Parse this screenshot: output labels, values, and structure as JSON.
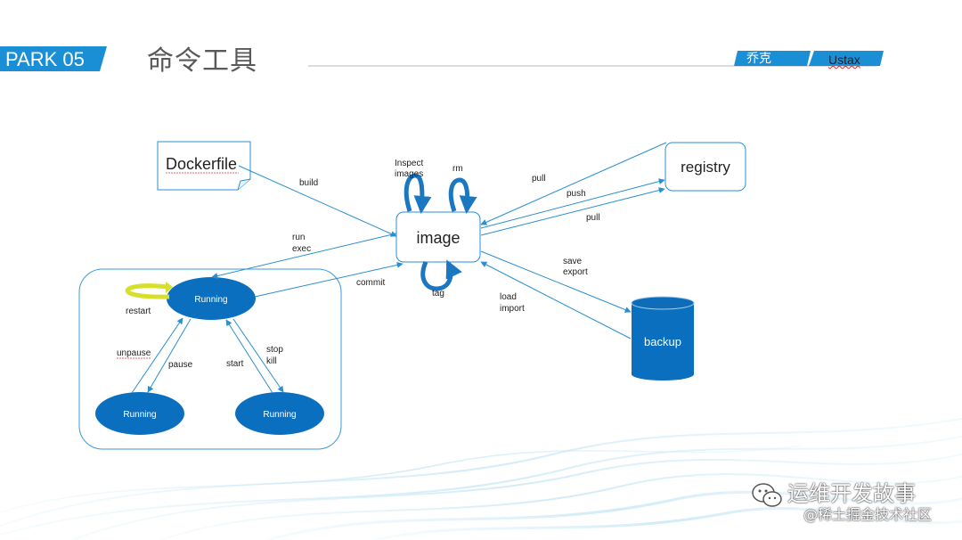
{
  "header": {
    "park": "PARK 05",
    "title": "命令工具",
    "author_zh": "乔克",
    "author_en": "Ustax"
  },
  "nodes": {
    "dockerfile": "Dockerfile",
    "image": "image",
    "registry": "registry",
    "backup": "backup",
    "running_main": "Running",
    "running_paused": "Running",
    "running_stopped": "Running"
  },
  "edges": {
    "build": "build",
    "inspect_line1": "Inspect",
    "inspect_line2": "images",
    "rm": "rm",
    "pull_in": "pull",
    "push": "push",
    "pull_out": "pull",
    "run": "run",
    "exec": "exec",
    "commit": "commit",
    "tag": "tag",
    "save": "save",
    "export": "export",
    "load": "load",
    "import": "import",
    "restart": "restart",
    "unpause": "unpause",
    "pause": "pause",
    "start": "start",
    "stop": "stop",
    "kill": "kill"
  },
  "watermark": {
    "line1": "运维开发故事",
    "line2": "@稀土掘金技术社区"
  },
  "colors": {
    "accent": "#1a8fd6",
    "node_fill": "#0b6fbf",
    "edge": "#2a8fd0",
    "title": "#595959",
    "restart_loop": "#e5ea3a"
  }
}
